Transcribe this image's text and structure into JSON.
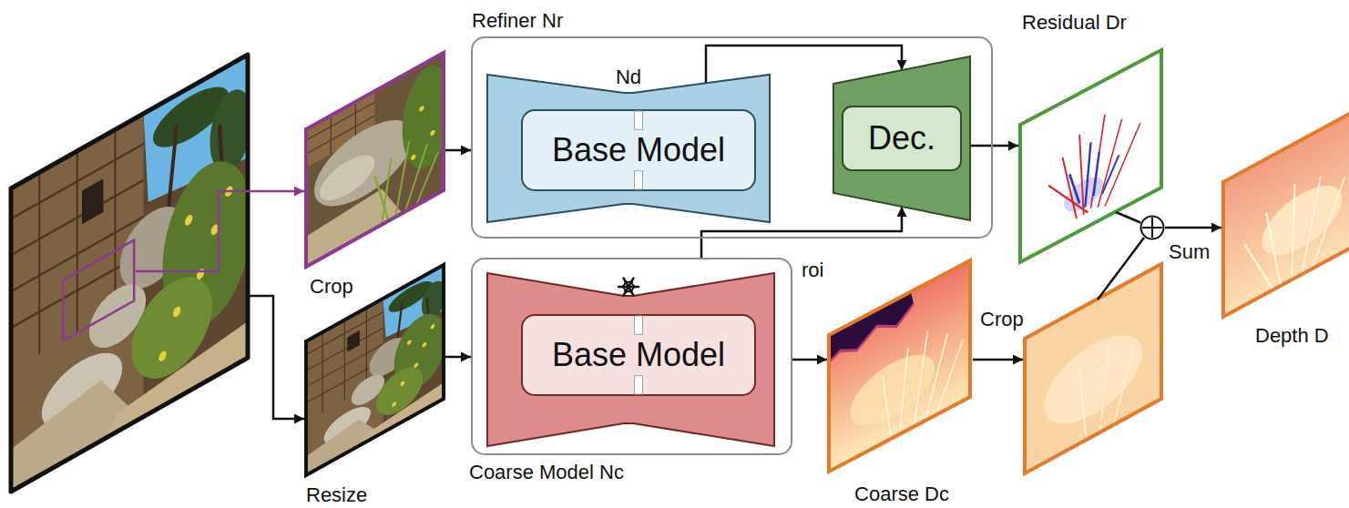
{
  "diagram": {
    "nodes": [
      {
        "text": [
          "Crop"
        ]
      },
      {
        "text": [
          "Resize"
        ]
      },
      {
        "text": [
          "Refiner Nr"
        ]
      },
      {
        "text": [
          "Nd"
        ],
        "in": 2
      },
      {
        "text": [
          "Base Model"
        ],
        "in": 3
      },
      {
        "text": [
          "Dec."
        ],
        "in": 2
      },
      {
        "text": [
          "Coarse Model Nc"
        ]
      },
      {
        "text": [
          "Base Model"
        ],
        "in": 6
      },
      {
        "text": [
          "Coarse Dc"
        ]
      },
      {
        "text": [
          "Residual Dr"
        ]
      },
      {
        "text": [
          "Sum"
        ]
      },
      {
        "text": [
          "Depth D"
        ]
      }
    ],
    "edges": [
      {
        "from": 0,
        "to": 2,
        "arrow": "to"
      },
      {
        "from": 1,
        "to": 6,
        "arrow": "to"
      },
      {
        "from": 3,
        "to": 5,
        "arrow": "to"
      },
      {
        "from": 6,
        "to": 5,
        "label": "roi",
        "arrow": "to"
      },
      {
        "from": 6,
        "to": 8,
        "arrow": "to"
      },
      {
        "from": 5,
        "to": 9,
        "arrow": "to"
      },
      {
        "from": 9,
        "to": 10,
        "arrow": "none"
      },
      {
        "from": 10,
        "to": 11,
        "arrow": "to"
      }
    ],
    "labels": [
      "Crop"
    ]
  }
}
